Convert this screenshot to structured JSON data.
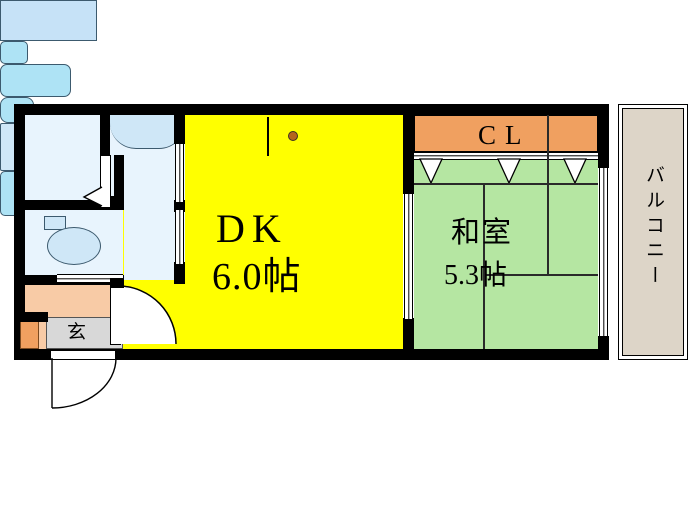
{
  "plan": {
    "type": "japanese-apartment-floor-plan",
    "layout_name": "1DK",
    "rooms": [
      {
        "id": "dk",
        "label_main": "DK",
        "label_area": "6.0帖",
        "area_jo": 6.0,
        "color": "#ffff00",
        "kind": "dining-kitchen"
      },
      {
        "id": "washitsu",
        "label_main": "和室",
        "label_area": "5.3帖",
        "area_jo": 5.3,
        "color": "#b5e6a2",
        "kind": "japanese-tatami-room"
      },
      {
        "id": "closet",
        "label_main": "CL",
        "color": "#f0a060",
        "kind": "closet"
      },
      {
        "id": "balcony",
        "label_main": "バルコニー",
        "color": "#ddd5c8",
        "kind": "balcony"
      },
      {
        "id": "genkan",
        "label_main": "玄",
        "color": "#f8cba6",
        "kind": "entrance"
      }
    ],
    "fixtures": [
      {
        "id": "bathtub",
        "name": "bathtub"
      },
      {
        "id": "washbasin",
        "name": "wash-basin"
      },
      {
        "id": "toilet",
        "name": "toilet"
      },
      {
        "id": "toilet-tank",
        "name": "toilet-tank"
      },
      {
        "id": "washer-space",
        "name": "washing-machine-space"
      },
      {
        "id": "kitchen-sink",
        "name": "kitchen-sink"
      },
      {
        "id": "stove-burner",
        "name": "stove-burner"
      },
      {
        "id": "shoe-cabinet",
        "name": "shoe-cabinet"
      }
    ],
    "colors": {
      "wall": "#000000",
      "dk": "#ffff00",
      "washitsu": "#b5e6a2",
      "closet": "#f0a060",
      "balcony": "#ddd5c8",
      "genkan": "#f8cba6",
      "tataki": "#d8d8d8",
      "water_area": "#dceefb",
      "fixture": "#aee3f5",
      "fixture_outline": "#3c5a6e",
      "burner": "#b5651d",
      "background": "#ffffff"
    },
    "labels": {
      "dk_main": "DK",
      "dk_area": "6.0帖",
      "washitsu_main": "和室",
      "washitsu_area": "5.3帖",
      "closet": "CL",
      "genkan": "玄",
      "balcony": "バルコニー"
    }
  }
}
